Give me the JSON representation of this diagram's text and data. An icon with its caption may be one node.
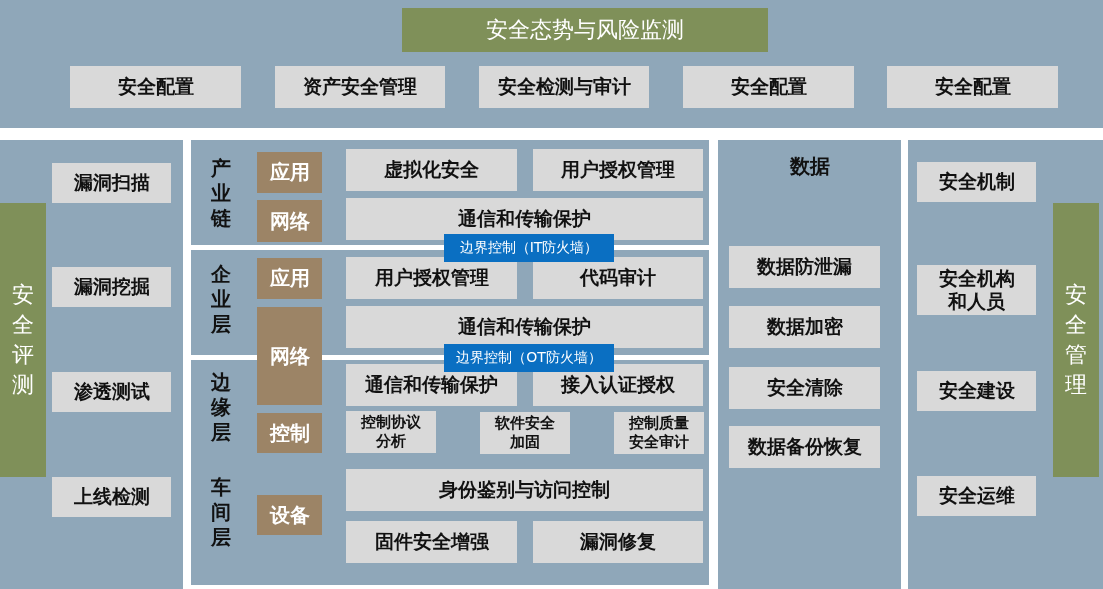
{
  "diagram": {
    "nodes": [
      {
        "text": [],
        "shape": "box"
      },
      {
        "text": [
          "安全态势与风险监测"
        ],
        "in": 0
      },
      {
        "text": [
          "安全配置"
        ],
        "in": 0
      },
      {
        "text": [
          "资产安全管理"
        ],
        "in": 0
      },
      {
        "text": [
          "安全检测与审计"
        ],
        "in": 0
      },
      {
        "text": [
          "安全配置"
        ],
        "in": 0
      },
      {
        "text": [
          "安全配置"
        ],
        "in": 0
      },
      {
        "text": [],
        "shape": "box"
      },
      {
        "text": [
          "安全评测"
        ],
        "in": 7
      },
      {
        "text": [
          "漏洞扫描"
        ],
        "in": 7
      },
      {
        "text": [
          "漏洞挖掘"
        ],
        "in": 7
      },
      {
        "text": [
          "渗透测试"
        ],
        "in": 7
      },
      {
        "text": [
          "上线检测"
        ],
        "in": 7
      },
      {
        "text": [
          "产业链"
        ]
      },
      {
        "text": [
          "应用"
        ],
        "in": 13
      },
      {
        "text": [
          "网络"
        ],
        "in": 13
      },
      {
        "text": [
          "虚拟化安全"
        ],
        "in": 13
      },
      {
        "text": [
          "用户授权管理"
        ],
        "in": 13
      },
      {
        "text": [
          "通信和传输保护"
        ],
        "in": 13
      },
      {
        "text": [
          "边界控制（IT防火墙）"
        ]
      },
      {
        "text": [
          "企业层"
        ]
      },
      {
        "text": [
          "应用"
        ],
        "in": 20
      },
      {
        "text": [
          "网络"
        ]
      },
      {
        "text": [
          "用户授权管理"
        ],
        "in": 20
      },
      {
        "text": [
          "代码审计"
        ],
        "in": 20
      },
      {
        "text": [
          "通信和传输保护"
        ],
        "in": 20
      },
      {
        "text": [
          "边界控制（OT防火墙）"
        ]
      },
      {
        "text": [
          "边缘层",
          "车间层"
        ]
      },
      {
        "text": [
          "通信和传输保护"
        ],
        "in": 27
      },
      {
        "text": [
          "接入认证授权"
        ],
        "in": 27
      },
      {
        "text": [
          "控制"
        ],
        "in": 27
      },
      {
        "text": [
          "控制协议分析"
        ],
        "in": 27
      },
      {
        "text": [
          "软件安全加固"
        ],
        "in": 27
      },
      {
        "text": [
          "控制质量安全审计"
        ],
        "in": 27
      },
      {
        "text": [
          "设备"
        ],
        "in": 27
      },
      {
        "text": [
          "身份鉴别与访问控制"
        ],
        "in": 27
      },
      {
        "text": [
          "固件安全增强"
        ],
        "in": 27
      },
      {
        "text": [
          "漏洞修复"
        ],
        "in": 27
      },
      {
        "text": [
          "数据"
        ]
      },
      {
        "text": [
          "数据防泄漏"
        ],
        "in": 38
      },
      {
        "text": [
          "数据加密"
        ],
        "in": 38
      },
      {
        "text": [
          "安全清除"
        ],
        "in": 38
      },
      {
        "text": [
          "数据备份恢复"
        ],
        "in": 38
      },
      {
        "text": [],
        "shape": "box"
      },
      {
        "text": [
          "安全管理"
        ],
        "in": 43
      },
      {
        "text": [
          "安全机制"
        ],
        "in": 43
      },
      {
        "text": [
          "安全机构和人员"
        ],
        "in": 43
      },
      {
        "text": [
          "安全建设"
        ],
        "in": 43
      },
      {
        "text": [
          "安全运维"
        ],
        "in": 43
      }
    ],
    "edges": []
  }
}
